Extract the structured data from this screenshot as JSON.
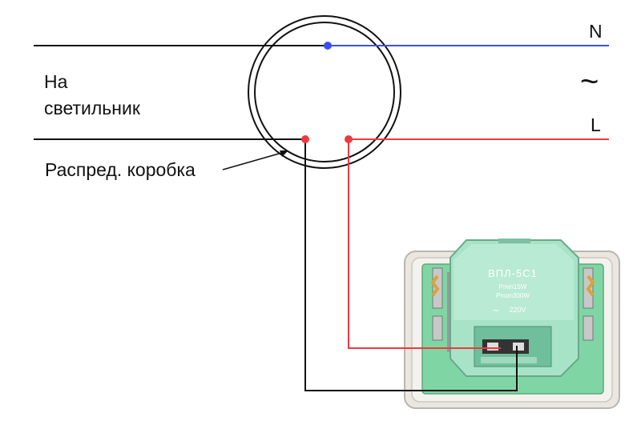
{
  "labels": {
    "neutral": "N",
    "phase": "L",
    "ac_symbol": "~",
    "to_lamp_line1": "На",
    "to_lamp_line2": "светильник",
    "junction_box": "Распред. коробка"
  },
  "device": {
    "model": "ВПЛ-5С1",
    "pmin": "Pmin15W",
    "pnom": "Pnom300W",
    "voltage": "220V",
    "voltage_symbol": "~"
  },
  "colors": {
    "neutral_wire": "#3a4ff0",
    "phase_wire": "#ee3a3e",
    "black_wire": "#111111",
    "device_body": "#9fe0c3",
    "frame": "#e6e4dc"
  }
}
